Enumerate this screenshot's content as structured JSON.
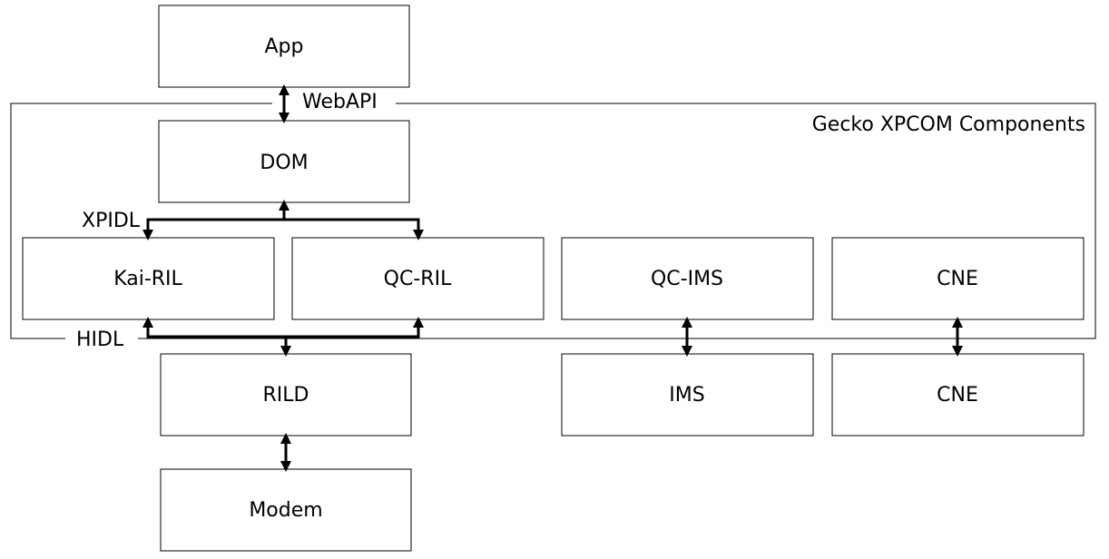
{
  "boxes": {
    "app": "App",
    "dom": "DOM",
    "kai_ril": "Kai-RIL",
    "qc_ril": "QC-RIL",
    "qc_ims": "QC-IMS",
    "cne_component": "CNE",
    "rild": "RILD",
    "ims": "IMS",
    "cne_service": "CNE",
    "modem": "Modem"
  },
  "interfaces": {
    "webapi": "WebAPI",
    "xpidl": "XPIDL",
    "hidl": "HIDL"
  },
  "container": {
    "title": "Gecko XPCOM Components"
  }
}
